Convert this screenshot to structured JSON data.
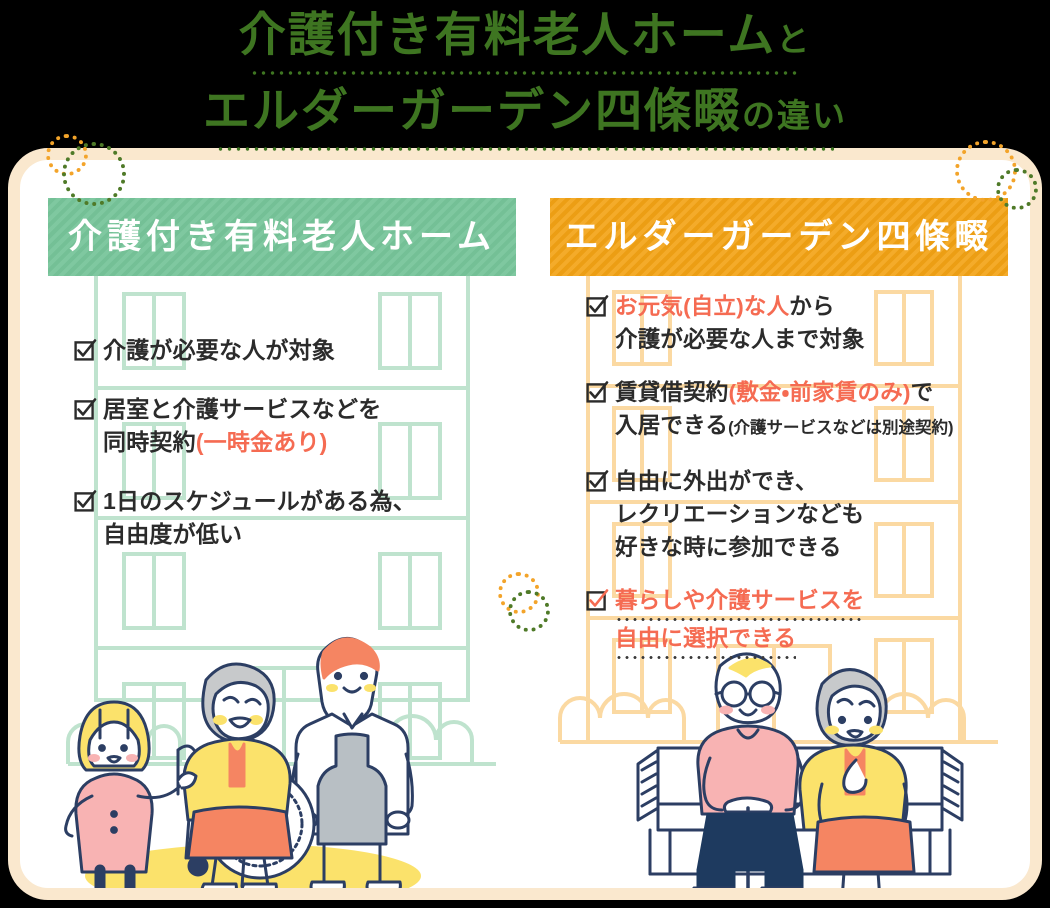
{
  "title": {
    "line1_main": "介護付き有料老人ホーム",
    "line1_suffix": "と",
    "line2_main": "エルダーガーデン四條畷",
    "line2_suffix": "の違い"
  },
  "colors": {
    "green_header": "#74C096",
    "orange_header": "#EC9E14",
    "title_green": "#3E7521",
    "accent_red": "#F56B52",
    "card_border": "#FAE8CE",
    "text_dark": "#2B2B2B",
    "ground_yellow": "#FBE26B",
    "line_navy": "#2C3E63"
  },
  "left_column": {
    "header": "介護付き有料老人ホーム",
    "items": [
      {
        "checkbox": "checkbox-checked-icon",
        "parts": [
          {
            "text": "介護が必要な人が対象",
            "style": "normal"
          }
        ]
      },
      {
        "checkbox": "checkbox-checked-icon",
        "parts": [
          {
            "text": "居室と介護サービスなどを",
            "style": "normal"
          },
          {
            "text": "同時契約",
            "style": "normal",
            "newline": true
          },
          {
            "text": "(一時金あり)",
            "style": "red"
          }
        ]
      },
      {
        "checkbox": "checkbox-checked-icon",
        "parts": [
          {
            "text": "1日のスケジュールがある為、",
            "style": "normal"
          },
          {
            "text": "自由度が低い",
            "style": "normal",
            "newline": true
          }
        ]
      }
    ]
  },
  "right_column": {
    "header": "エルダーガーデン四條畷",
    "items": [
      {
        "checkbox": "checkbox-checked-icon",
        "parts": [
          {
            "text": "お元気(自立)な人",
            "style": "red"
          },
          {
            "text": "から",
            "style": "normal"
          },
          {
            "text": "介護が必要な人まで対象",
            "style": "normal",
            "newline": true
          }
        ]
      },
      {
        "checkbox": "checkbox-checked-icon",
        "parts": [
          {
            "text": "賃貸借契約",
            "style": "normal"
          },
          {
            "text": "(敷金・前家賃のみ)",
            "style": "red"
          },
          {
            "text": "で",
            "style": "normal"
          },
          {
            "text": "入居できる",
            "style": "normal",
            "newline": true
          },
          {
            "text": "(介護サービスなどは別途契約)",
            "style": "tiny"
          }
        ]
      },
      {
        "checkbox": "checkbox-checked-icon",
        "parts": [
          {
            "text": "自由に外出ができ、",
            "style": "normal"
          },
          {
            "text": "レクリエーションなども",
            "style": "normal",
            "newline": true
          },
          {
            "text": "好きな時に参加できる",
            "style": "normal",
            "newline": true
          }
        ]
      },
      {
        "checkbox": "checkbox-checked-red-icon",
        "parts": [
          {
            "text": "暮らしや介護サービスを",
            "style": "red-underline"
          },
          {
            "text": "自由に選択できる",
            "style": "red-underline",
            "newline": true
          }
        ]
      }
    ]
  },
  "illustrations": {
    "left": "caregiver-elderly-wheelchair-child-scene",
    "right": "elderly-couple-on-bench-scene"
  },
  "decorations": [
    {
      "name": "dotted-circle-green-top-left"
    },
    {
      "name": "dotted-circle-orange-top-left"
    },
    {
      "name": "dotted-circle-orange-top-right"
    },
    {
      "name": "dotted-circle-green-top-right"
    },
    {
      "name": "dotted-circle-orange-mid-right"
    },
    {
      "name": "dotted-circle-green-mid-right"
    }
  ]
}
